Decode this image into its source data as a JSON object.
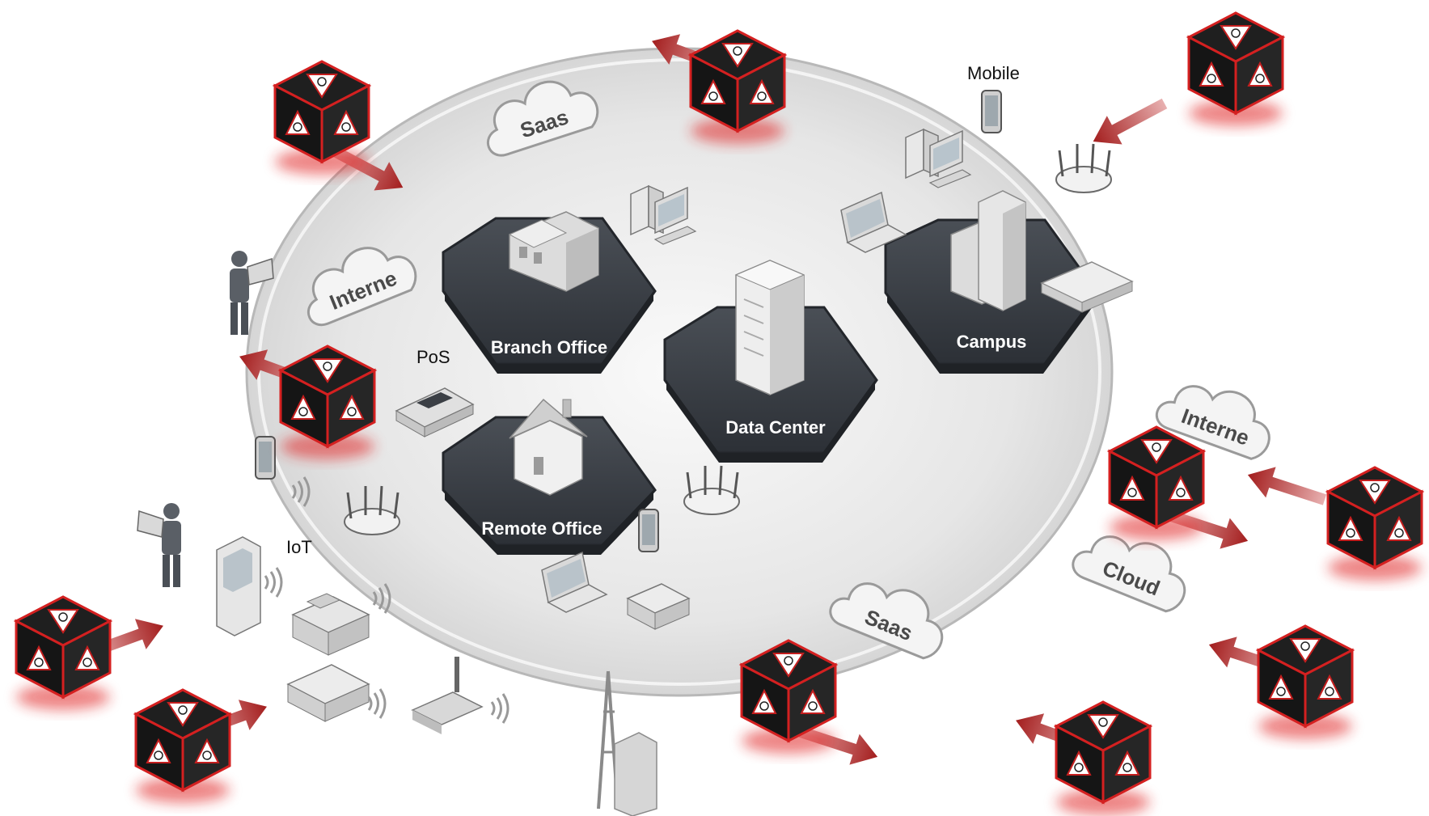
{
  "zones": {
    "branch_office": "Branch Office",
    "remote_office": "Remote Office",
    "data_center": "Data Center",
    "campus": "Campus"
  },
  "labels": {
    "mobile": "Mobile",
    "pos": "PoS",
    "iot": "IoT"
  },
  "clouds": {
    "saas_top": "Saas",
    "internet_left": "Interne",
    "internet_right": "Interne",
    "cloud_right": "Cloud",
    "saas_bottom": "Saas"
  },
  "colors": {
    "threat_red": "#c41e1e",
    "hex_dark": "#3b3f45",
    "arrow_red": "#a83232",
    "ellipse_gray": "#e4e4e4"
  },
  "icons": {
    "threat": "biohazard-cube-icon",
    "arrow": "threat-arrow-icon"
  }
}
